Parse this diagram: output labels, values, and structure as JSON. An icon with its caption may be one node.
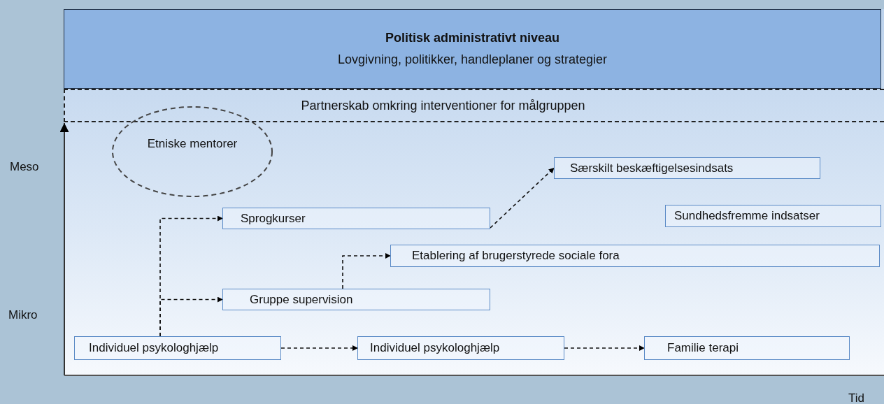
{
  "diagram": {
    "nodes": [
      {
        "text": [
          "Politisk administrativt niveau",
          "Lovgivning, politikker, handleplaner og strategier"
        ]
      },
      {
        "text": [
          "Partnerskab omkring interventioner for målgruppen"
        ]
      },
      {
        "text": [
          "Etniske mentorer"
        ]
      },
      {
        "text": [
          "Særskilt beskæftigelsesindsats"
        ]
      },
      {
        "text": [
          "Sprogkurser"
        ]
      },
      {
        "text": [
          "Sundhedsfremme indsatser"
        ]
      },
      {
        "text": [
          "Etablering af brugerstyrede sociale fora"
        ]
      },
      {
        "text": [
          "Gruppe supervision"
        ]
      },
      {
        "text": [
          "Individuel psykologhjælp"
        ]
      },
      {
        "text": [
          "Individuel psykologhjælp"
        ]
      },
      {
        "text": [
          "Familie terapi"
        ]
      }
    ],
    "edges": [
      {
        "from": 8,
        "to": 4,
        "arrow": "to",
        "style": "dashed"
      },
      {
        "from": 8,
        "to": 7,
        "arrow": "to",
        "style": "dashed"
      },
      {
        "from": 4,
        "to": 3,
        "arrow": "to",
        "style": "dashed"
      },
      {
        "from": 7,
        "to": 6,
        "arrow": "to",
        "style": "dashed"
      },
      {
        "from": 8,
        "to": 9,
        "arrow": "to",
        "style": "dashed"
      },
      {
        "from": 9,
        "to": 10,
        "arrow": "to",
        "style": "dashed"
      }
    ],
    "labels": [
      "Meso",
      "Mikro",
      "Tid"
    ]
  }
}
